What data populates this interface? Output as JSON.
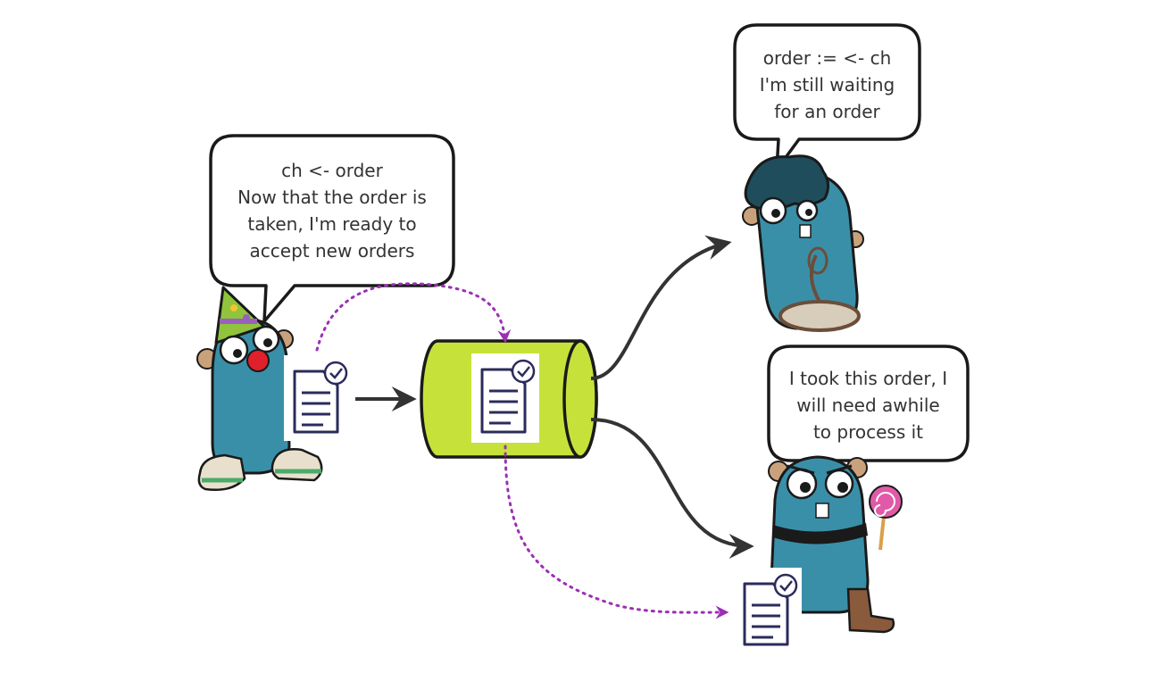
{
  "bubbles": {
    "sender": {
      "line1": "ch <- order",
      "line2": "Now that the order is",
      "line3": "taken, I'm ready to",
      "line4": "accept new orders"
    },
    "waiting_receiver": {
      "line1": "order := <- ch",
      "line2": "I'm still waiting",
      "line3": "for an order"
    },
    "busy_receiver": {
      "line1": "I took this order, I",
      "line2": "will need awhile",
      "line3": "to process it"
    }
  },
  "colors": {
    "channel_fill": "#c6e23a",
    "gopher_body": "#3a8fa8",
    "gopher_body_dark": "#2f7891",
    "dotted_path": "#9b2fb5",
    "arrow": "#333333",
    "outline": "#1a1a1a"
  },
  "icons": {
    "order_document": "document-with-checkmark-icon",
    "sender": "gopher-clown-icon",
    "waiting_receiver": "gopher-cowboy-icon",
    "busy_receiver": "gopher-cowgirl-icon",
    "channel": "pipe-channel-icon"
  }
}
